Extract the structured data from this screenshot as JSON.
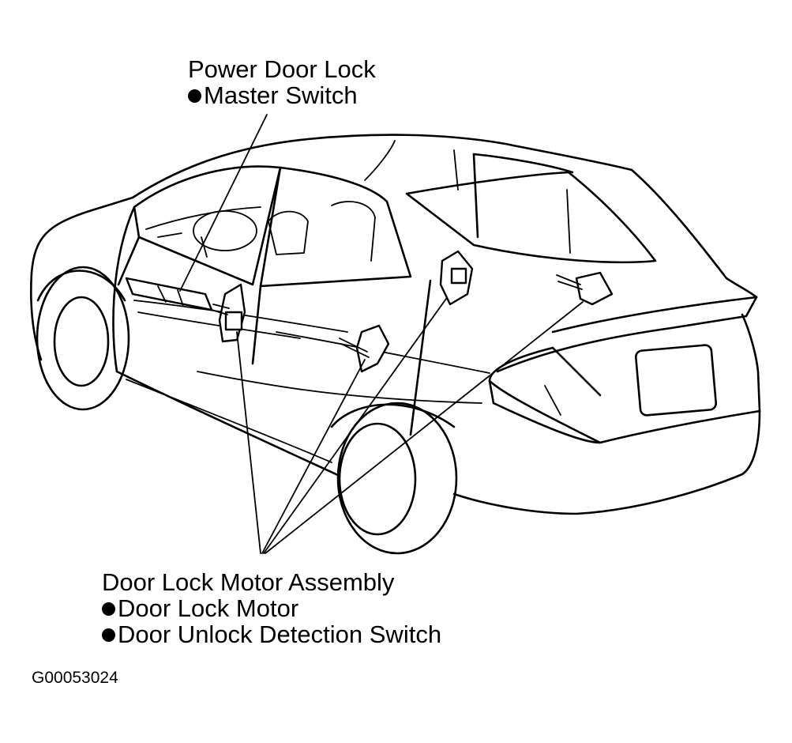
{
  "labels": {
    "master_switch": {
      "title": "Power Door Lock",
      "item": "Master Switch"
    },
    "motor_assembly": {
      "title": "Door Lock Motor Assembly",
      "items": [
        "Door Lock Motor",
        "Door Unlock Detection Switch"
      ]
    }
  },
  "figure_id": "G00053024"
}
